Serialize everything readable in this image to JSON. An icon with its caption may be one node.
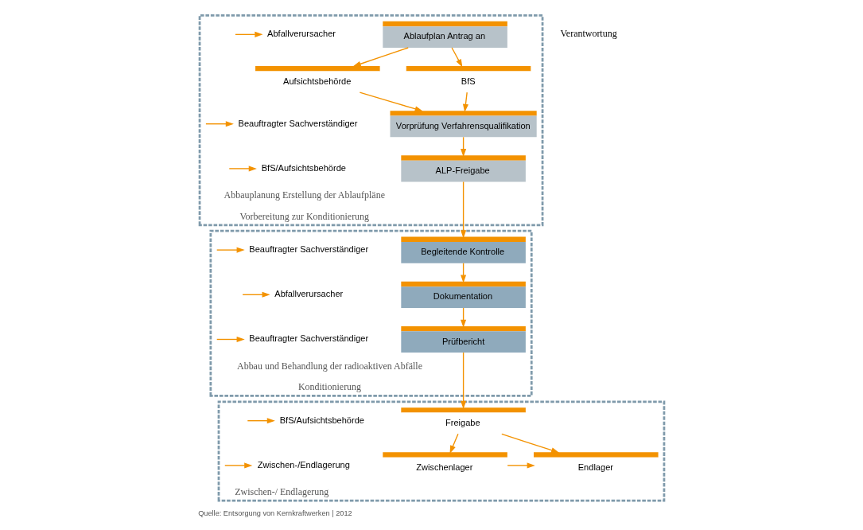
{
  "diagram": {
    "caption": "Quelle: Entsorgung von Kernkraftwerken | 2012",
    "nodes": [
      {
        "text": [
          "Abbauplanung Erstellung der Ablaufpläne",
          "Vorbereitung zur Konditionierung"
        ]
      },
      {
        "text": [
          "Ablaufplan Antrag an"
        ],
        "in": 0
      },
      {
        "text": [
          "Aufsichtsbehörde"
        ],
        "in": 0
      },
      {
        "text": [
          "BfS"
        ],
        "in": 0
      },
      {
        "text": [
          "Vorprüfung Verfahrensqualifikation"
        ],
        "in": 0
      },
      {
        "text": [
          "ALP-Freigabe"
        ],
        "in": 0
      },
      {
        "text": [
          "Abfallverursacher"
        ],
        "in": 0
      },
      {
        "text": [
          "Beauftragter Sachverständiger"
        ],
        "in": 0
      },
      {
        "text": [
          "BfS/Aufsichtsbehörde"
        ],
        "in": 0
      },
      {
        "text": [
          "Abbau und Behandlung der radioaktiven Abfälle",
          "Konditionierung"
        ]
      },
      {
        "text": [
          "Begleitende Kontrolle"
        ],
        "in": 9
      },
      {
        "text": [
          "Dokumentation"
        ],
        "in": 9
      },
      {
        "text": [
          "Prüfbericht"
        ],
        "in": 9
      },
      {
        "text": [
          "Beauftragter Sachverständiger"
        ],
        "in": 9
      },
      {
        "text": [
          "Abfallverursacher"
        ],
        "in": 9
      },
      {
        "text": [
          "Beauftragter Sachverständiger"
        ],
        "in": 9
      },
      {
        "text": [
          "Zwischen-/ Endlagerung"
        ]
      },
      {
        "text": [
          "Freigabe"
        ],
        "in": 16
      },
      {
        "text": [
          "Zwischenlager"
        ],
        "in": 16
      },
      {
        "text": [
          "Endlager"
        ],
        "in": 16
      },
      {
        "text": [
          "BfS/Aufsichtsbehörde"
        ],
        "in": 16
      },
      {
        "text": [
          "Zwischen-/Endlagerung"
        ],
        "in": 16
      }
    ],
    "edges": [
      {
        "from": 1,
        "to": 2,
        "arrow": "to"
      },
      {
        "from": 1,
        "to": 3,
        "arrow": "to"
      },
      {
        "from": 2,
        "to": 4,
        "arrow": "to"
      },
      {
        "from": 3,
        "to": 4,
        "arrow": "to"
      },
      {
        "from": 4,
        "to": 5,
        "arrow": "to"
      },
      {
        "from": 5,
        "to": 10,
        "arrow": "to"
      },
      {
        "from": 10,
        "to": 11,
        "arrow": "to"
      },
      {
        "from": 11,
        "to": 12,
        "arrow": "to"
      },
      {
        "from": 12,
        "to": 17,
        "arrow": "to"
      },
      {
        "from": 17,
        "to": 18,
        "arrow": "to"
      },
      {
        "from": 17,
        "to": 19,
        "arrow": "to"
      },
      {
        "from": 18,
        "to": 19,
        "arrow": "to"
      },
      {
        "from": null,
        "to": 6,
        "arrow": "to"
      },
      {
        "from": null,
        "to": 7,
        "arrow": "to"
      },
      {
        "from": null,
        "to": 8,
        "arrow": "to"
      },
      {
        "from": null,
        "to": 13,
        "arrow": "to"
      },
      {
        "from": null,
        "to": 14,
        "arrow": "to"
      },
      {
        "from": null,
        "to": 15,
        "arrow": "to"
      },
      {
        "from": null,
        "to": 20,
        "arrow": "to"
      },
      {
        "from": null,
        "to": 21,
        "arrow": "to"
      }
    ],
    "labels": [
      "Verantwortung"
    ]
  }
}
